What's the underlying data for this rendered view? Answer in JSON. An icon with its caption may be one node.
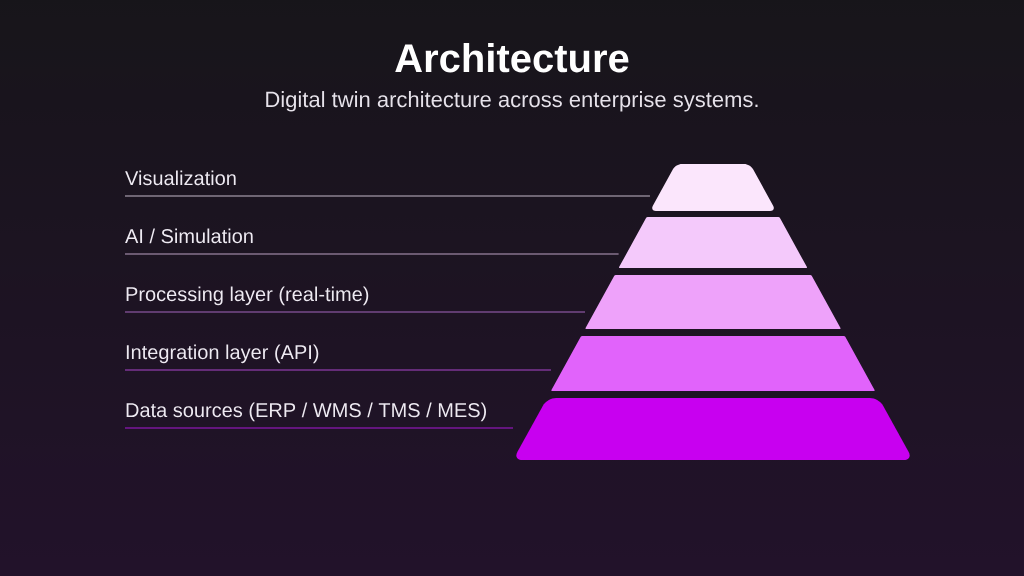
{
  "diagram": {
    "title": "Architecture",
    "nodes": [
      {
        "text": [
          "Visualization"
        ]
      },
      {
        "text": [
          "AI / Simulation"
        ]
      },
      {
        "text": [
          "Processing layer (real-time)"
        ]
      },
      {
        "text": [
          "Integration layer (API)"
        ]
      },
      {
        "text": [
          "Data sources (ERP / WMS / TMS / MES)"
        ]
      },
      {
        "text": [],
        "shape": "trapezoid"
      },
      {
        "text": [],
        "shape": "trapezoid"
      },
      {
        "text": [],
        "shape": "trapezoid"
      },
      {
        "text": [],
        "shape": "trapezoid"
      },
      {
        "text": [],
        "shape": "trapezoid"
      }
    ],
    "edges": [
      {
        "from": 0,
        "to": 5,
        "arrow": "none",
        "color": "#c4b8c8"
      },
      {
        "from": 1,
        "to": 6,
        "arrow": "none",
        "color": "#b9a0c2"
      },
      {
        "from": 2,
        "to": 7,
        "arrow": "none",
        "color": "#a466bd"
      },
      {
        "from": 3,
        "to": 8,
        "arrow": "none",
        "color": "#a946cc"
      },
      {
        "from": 4,
        "to": 9,
        "arrow": "none",
        "color": "#a818d6"
      }
    ],
    "labels": [
      "Digital twin architecture across enterprise systems."
    ]
  }
}
